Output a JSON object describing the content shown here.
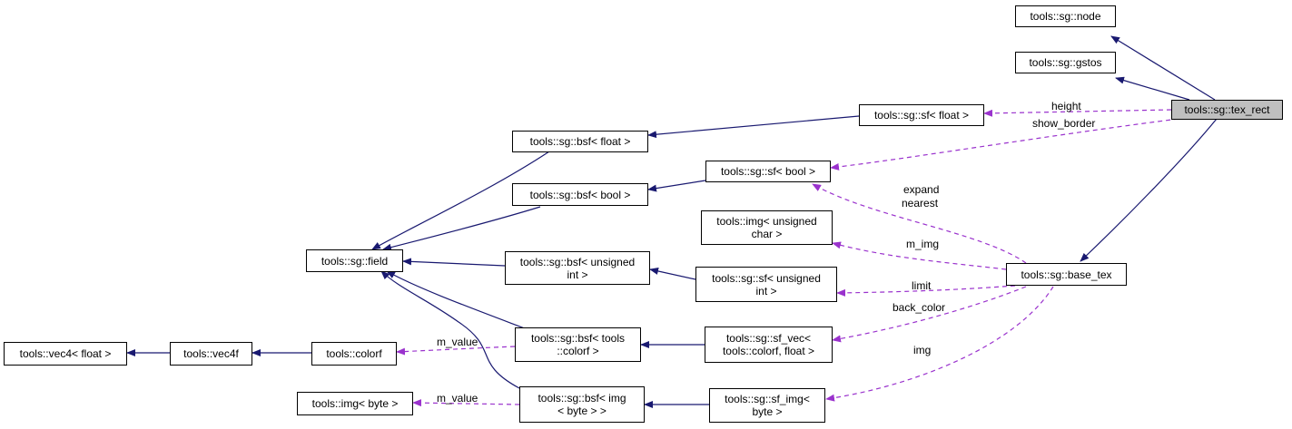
{
  "nodes": {
    "node": "tools::sg::node",
    "gstos": "tools::sg::gstos",
    "tex_rect": "tools::sg::tex_rect",
    "sf_float": "tools::sg::sf< float >",
    "bsf_float": "tools::sg::bsf< float >",
    "sf_bool": "tools::sg::sf< bool >",
    "bsf_bool": "tools::sg::bsf< bool >",
    "img_uchar": "tools::img< unsigned\nchar >",
    "field": "tools::sg::field",
    "bsf_uint": "tools::sg::bsf< unsigned\nint >",
    "sf_uint": "tools::sg::sf< unsigned\nint >",
    "base_tex": "tools::sg::base_tex",
    "vec4_float": "tools::vec4< float >",
    "vec4f": "tools::vec4f",
    "colorf": "tools::colorf",
    "bsf_colorf": "tools::sg::bsf< tools\n::colorf >",
    "sf_vec": "tools::sg::sf_vec<\ntools::colorf, float >",
    "img_byte": "tools::img< byte >",
    "bsf_img": "tools::sg::bsf< img\n< byte > >",
    "sf_img": "tools::sg::sf_img<\nbyte >"
  },
  "edge_labels": {
    "height": "height",
    "show_border": "show_border",
    "expand_nearest": "expand\nnearest",
    "m_img": "m_img",
    "limit": "limit",
    "back_color": "back_color",
    "img": "img",
    "m_value_colorf": "m_value",
    "m_value_img": "m_value"
  },
  "colors": {
    "inheritance": "#191970",
    "usage": "#9a32cd",
    "highlight": "#bfbfbf"
  }
}
